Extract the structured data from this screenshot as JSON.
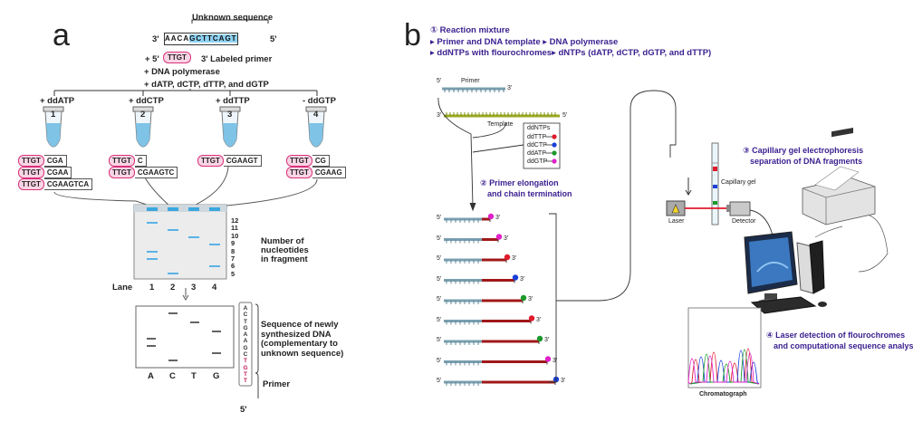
{
  "panel_a": {
    "letter": "a",
    "unknown_sequence_label": "Unknown sequence",
    "template": {
      "prefix": "3'",
      "plain": "AACA",
      "highlight": "GCTTCAGT",
      "suffix": "5'"
    },
    "primer_prefix": "+ 5'",
    "primer": "TTGT",
    "primer_suffix": "3' Labeled primer",
    "reagents": [
      "+ DNA polymerase",
      "+ dATP, dCTP, dTTP, and dGTP"
    ],
    "tubes": [
      {
        "label": "+ ddATP",
        "number": "1",
        "fragments": [
          "CGA",
          "CGAA",
          "CGAAGTCA"
        ]
      },
      {
        "label": "+ ddCTP",
        "number": "2",
        "fragments": [
          "C",
          "CGAAGTC"
        ]
      },
      {
        "label": "+ ddTTP",
        "number": "3",
        "fragments": [
          "CGAAGT"
        ]
      },
      {
        "label": "- ddGTP",
        "number": "4",
        "fragments": [
          "CG",
          "CGAAG"
        ]
      }
    ],
    "size_ticks": [
      "12",
      "11",
      "10",
      "9",
      "8",
      "7",
      "6",
      "5"
    ],
    "size_label": [
      "Number of",
      "nucleotides",
      "in fragment"
    ],
    "lane_label": "Lane",
    "lane_numbers": [
      "1",
      "2",
      "3",
      "4"
    ],
    "read_columns": [
      "A",
      "C",
      "T",
      "G"
    ],
    "read_sequence": [
      "A",
      "C",
      "T",
      "G",
      "A",
      "A",
      "G",
      "C",
      "T",
      "G",
      "T",
      "T"
    ],
    "sequence_label": [
      "Sequence of newly",
      "synthesized DNA",
      "(complementary to",
      "unknown sequence)"
    ],
    "primer_label": "Primer",
    "five_prime": "5'"
  },
  "panel_b": {
    "letter": "b",
    "step1_title": "① Reaction mixture",
    "step1_lines": [
      "▸ Primer and DNA template   ▸ DNA polymerase",
      "▸ ddNTPs with flourochromes▸ dNTPs (dATP, dCTP, dGTP, and dTTP)"
    ],
    "primer_label": "Primer",
    "template_label": "Template",
    "five": "5'",
    "three": "3'",
    "ddntps_title": "ddNTPs",
    "ddntps": [
      {
        "name": "ddTTP",
        "color": "#e01a2b"
      },
      {
        "name": "ddCTP",
        "color": "#1a3fd8"
      },
      {
        "name": "ddATP",
        "color": "#1a9a2a"
      },
      {
        "name": "ddGTP",
        "color": "#e020c8"
      }
    ],
    "step2": [
      "② Primer elongation",
      "and chain termination"
    ],
    "fragments": [
      {
        "length": 1,
        "color": "#e020c8"
      },
      {
        "length": 2,
        "color": "#e020c8"
      },
      {
        "length": 3,
        "color": "#e01a2b"
      },
      {
        "length": 4,
        "color": "#1a3fd8"
      },
      {
        "length": 5,
        "color": "#1a9a2a"
      },
      {
        "length": 6,
        "color": "#e01a2b"
      },
      {
        "length": 7,
        "color": "#1a9a2a"
      },
      {
        "length": 8,
        "color": "#e020c8"
      },
      {
        "length": 9,
        "color": "#1a3fd8"
      }
    ],
    "step3": [
      "③ Capillary gel electrophoresis",
      "separation of DNA fragments"
    ],
    "capillary_label": "Capillary gel",
    "laser_label": "Laser",
    "detector_label": "Detector",
    "step4": [
      "④ Laser detection of flourochromes",
      "and computational sequence analysis"
    ],
    "chromatograph_label": "Chromatograph"
  }
}
